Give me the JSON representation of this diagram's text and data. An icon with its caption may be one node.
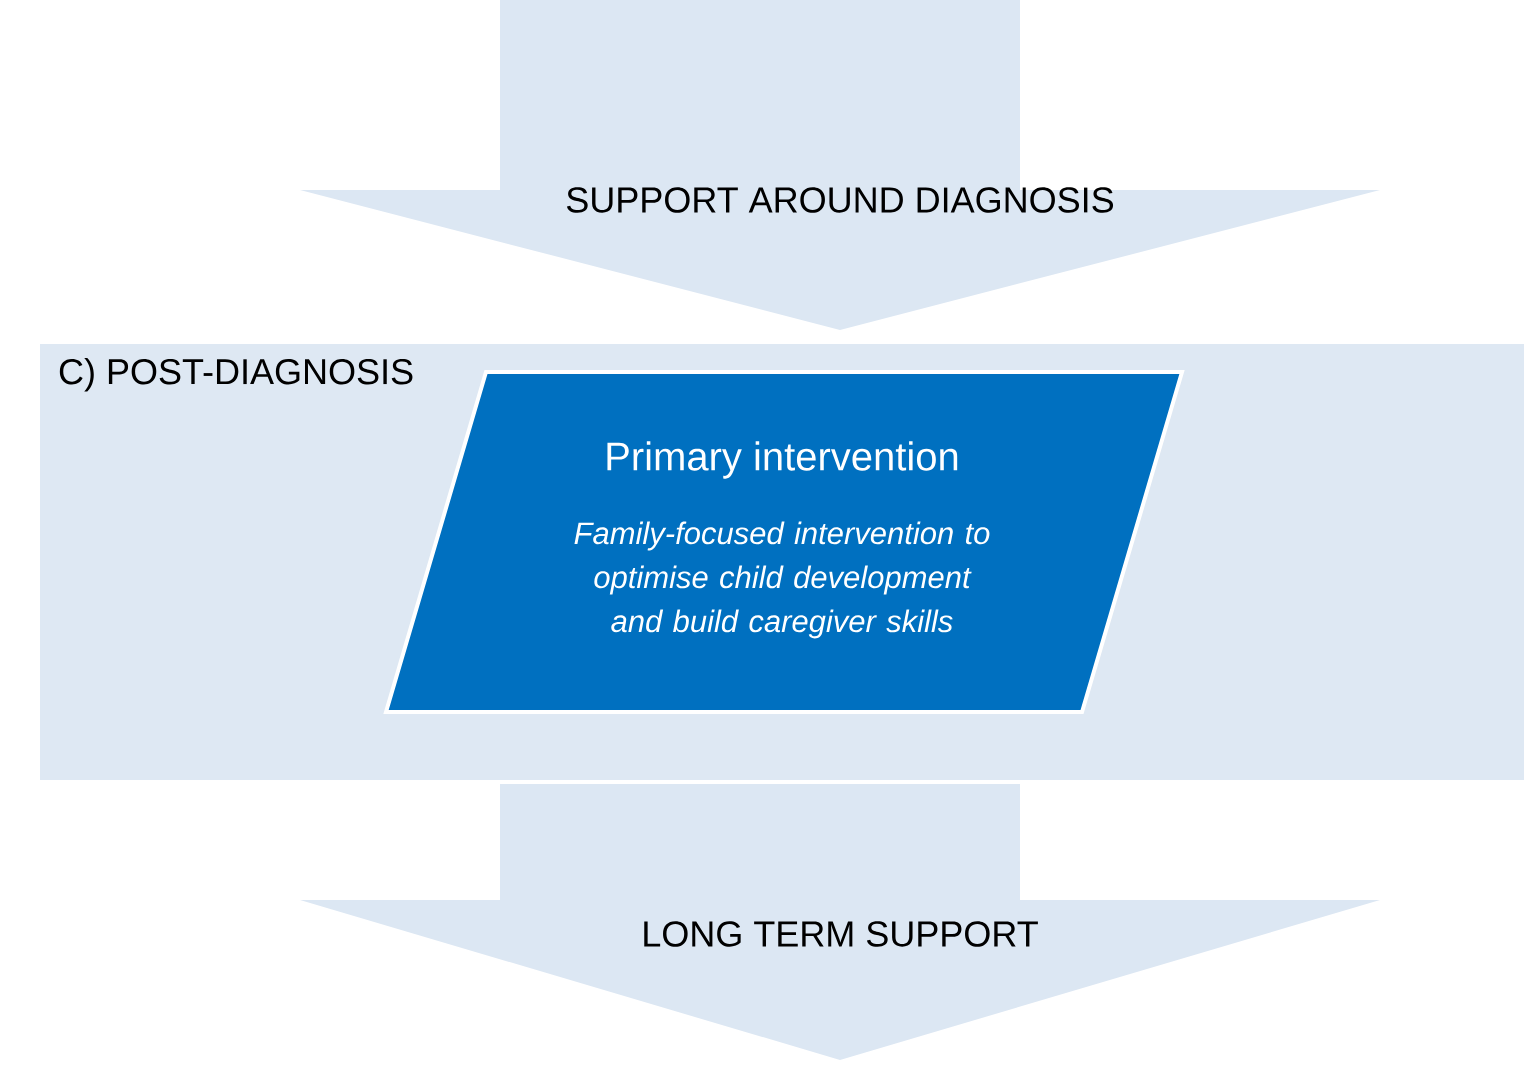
{
  "diagram": {
    "nodes": [
      {
        "text": [
          "SUPPORT AROUND DIAGNOSIS"
        ]
      },
      {
        "text": [
          "C) POST-DIAGNOSIS"
        ]
      },
      {
        "text": [
          "Primary intervention",
          "Family-focused intervention to optimise child development and build caregiver skills"
        ],
        "in": 1
      },
      {
        "text": [
          "LONG TERM SUPPORT"
        ]
      }
    ]
  }
}
